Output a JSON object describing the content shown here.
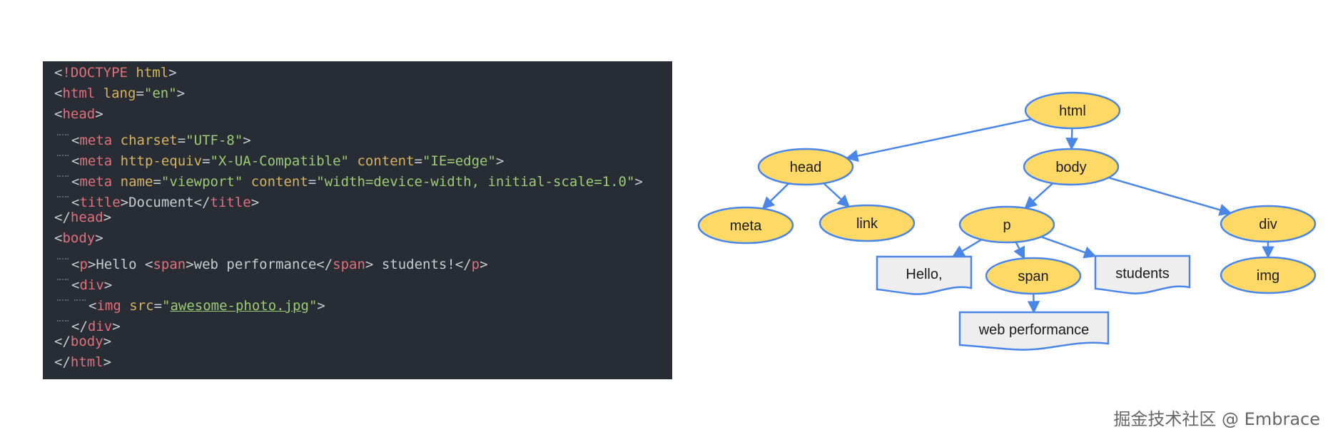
{
  "code_panel": {
    "lines": [
      [
        {
          "t": "punct",
          "v": "<"
        },
        {
          "t": "tag",
          "v": "!DOCTYPE"
        },
        {
          "t": "punct",
          "v": " "
        },
        {
          "t": "attr",
          "v": "html"
        },
        {
          "t": "punct",
          "v": ">"
        }
      ],
      [
        {
          "t": "punct",
          "v": "<"
        },
        {
          "t": "tag",
          "v": "html"
        },
        {
          "t": "punct",
          "v": " "
        },
        {
          "t": "attr",
          "v": "lang"
        },
        {
          "t": "punct",
          "v": "="
        },
        {
          "t": "str",
          "v": "\"en\""
        },
        {
          "t": "punct",
          "v": ">"
        }
      ],
      [
        {
          "t": "punct",
          "v": "<"
        },
        {
          "t": "tag",
          "v": "head"
        },
        {
          "t": "punct",
          "v": ">"
        }
      ],
      [
        {
          "t": "indent"
        },
        {
          "t": "punct",
          "v": "<"
        },
        {
          "t": "tag",
          "v": "meta"
        },
        {
          "t": "punct",
          "v": " "
        },
        {
          "t": "attr",
          "v": "charset"
        },
        {
          "t": "punct",
          "v": "="
        },
        {
          "t": "str",
          "v": "\"UTF-8\""
        },
        {
          "t": "punct",
          "v": ">"
        }
      ],
      [
        {
          "t": "indent"
        },
        {
          "t": "punct",
          "v": "<"
        },
        {
          "t": "tag",
          "v": "meta"
        },
        {
          "t": "punct",
          "v": " "
        },
        {
          "t": "attr",
          "v": "http-equiv"
        },
        {
          "t": "punct",
          "v": "="
        },
        {
          "t": "str",
          "v": "\"X-UA-Compatible\""
        },
        {
          "t": "punct",
          "v": " "
        },
        {
          "t": "attr",
          "v": "content"
        },
        {
          "t": "punct",
          "v": "="
        },
        {
          "t": "str",
          "v": "\"IE=edge\""
        },
        {
          "t": "punct",
          "v": ">"
        }
      ],
      [
        {
          "t": "indent"
        },
        {
          "t": "punct",
          "v": "<"
        },
        {
          "t": "tag",
          "v": "meta"
        },
        {
          "t": "punct",
          "v": " "
        },
        {
          "t": "attr",
          "v": "name"
        },
        {
          "t": "punct",
          "v": "="
        },
        {
          "t": "str",
          "v": "\"viewport\""
        },
        {
          "t": "punct",
          "v": " "
        },
        {
          "t": "attr",
          "v": "content"
        },
        {
          "t": "punct",
          "v": "="
        },
        {
          "t": "str",
          "v": "\"width=device-width, initial-scale=1.0\""
        },
        {
          "t": "punct",
          "v": ">"
        }
      ],
      [
        {
          "t": "indent"
        },
        {
          "t": "punct",
          "v": "<"
        },
        {
          "t": "tag",
          "v": "title"
        },
        {
          "t": "punct",
          "v": ">"
        },
        {
          "t": "text",
          "v": "Document"
        },
        {
          "t": "punct",
          "v": "</"
        },
        {
          "t": "tag",
          "v": "title"
        },
        {
          "t": "punct",
          "v": ">"
        }
      ],
      [
        {
          "t": "punct",
          "v": "</"
        },
        {
          "t": "tag",
          "v": "head"
        },
        {
          "t": "punct",
          "v": ">"
        }
      ],
      [
        {
          "t": "punct",
          "v": "<"
        },
        {
          "t": "tag",
          "v": "body"
        },
        {
          "t": "punct",
          "v": ">"
        }
      ],
      [
        {
          "t": "indent"
        },
        {
          "t": "punct",
          "v": "<"
        },
        {
          "t": "tag",
          "v": "p"
        },
        {
          "t": "punct",
          "v": ">"
        },
        {
          "t": "text",
          "v": "Hello "
        },
        {
          "t": "punct",
          "v": "<"
        },
        {
          "t": "tag",
          "v": "span"
        },
        {
          "t": "punct",
          "v": ">"
        },
        {
          "t": "text",
          "v": "web performance"
        },
        {
          "t": "punct",
          "v": "</"
        },
        {
          "t": "tag",
          "v": "span"
        },
        {
          "t": "punct",
          "v": ">"
        },
        {
          "t": "text",
          "v": " students!"
        },
        {
          "t": "punct",
          "v": "</"
        },
        {
          "t": "tag",
          "v": "p"
        },
        {
          "t": "punct",
          "v": ">"
        }
      ],
      [
        {
          "t": "indent"
        },
        {
          "t": "punct",
          "v": "<"
        },
        {
          "t": "tag",
          "v": "div"
        },
        {
          "t": "punct",
          "v": ">"
        }
      ],
      [
        {
          "t": "indent"
        },
        {
          "t": "indent"
        },
        {
          "t": "punct",
          "v": "<"
        },
        {
          "t": "tag",
          "v": "img"
        },
        {
          "t": "punct",
          "v": " "
        },
        {
          "t": "attr",
          "v": "src"
        },
        {
          "t": "punct",
          "v": "="
        },
        {
          "t": "str",
          "v": "\""
        },
        {
          "t": "link",
          "v": "awesome-photo.jpg"
        },
        {
          "t": "str",
          "v": "\""
        },
        {
          "t": "punct",
          "v": ">"
        }
      ],
      [
        {
          "t": "indent"
        },
        {
          "t": "punct",
          "v": "</"
        },
        {
          "t": "tag",
          "v": "div"
        },
        {
          "t": "punct",
          "v": ">"
        }
      ],
      [
        {
          "t": "punct",
          "v": "</"
        },
        {
          "t": "tag",
          "v": "body"
        },
        {
          "t": "punct",
          "v": ">"
        }
      ],
      [
        {
          "t": "punct",
          "v": "</"
        },
        {
          "t": "tag",
          "v": "html"
        },
        {
          "t": "punct",
          "v": ">"
        }
      ]
    ],
    "colors": {
      "background": "#282c34",
      "tag": "#e0707a",
      "attr": "#d6b45f",
      "string": "#9ccc74",
      "text": "#c9ccd2"
    }
  },
  "dom_tree": {
    "nodes": [
      {
        "id": "html",
        "label": "html",
        "kind": "element"
      },
      {
        "id": "head",
        "label": "head",
        "kind": "element"
      },
      {
        "id": "body",
        "label": "body",
        "kind": "element"
      },
      {
        "id": "meta",
        "label": "meta",
        "kind": "element"
      },
      {
        "id": "link",
        "label": "link",
        "kind": "element"
      },
      {
        "id": "p",
        "label": "p",
        "kind": "element"
      },
      {
        "id": "div",
        "label": "div",
        "kind": "element"
      },
      {
        "id": "hello",
        "label": "Hello,",
        "kind": "text"
      },
      {
        "id": "span",
        "label": "span",
        "kind": "element"
      },
      {
        "id": "students",
        "label": "students",
        "kind": "text"
      },
      {
        "id": "img",
        "label": "img",
        "kind": "element"
      },
      {
        "id": "webperf",
        "label": "web performance",
        "kind": "text"
      }
    ],
    "edges": [
      {
        "from": "html",
        "to": "head"
      },
      {
        "from": "html",
        "to": "body"
      },
      {
        "from": "head",
        "to": "meta"
      },
      {
        "from": "head",
        "to": "link"
      },
      {
        "from": "body",
        "to": "p"
      },
      {
        "from": "body",
        "to": "div"
      },
      {
        "from": "p",
        "to": "hello"
      },
      {
        "from": "p",
        "to": "span"
      },
      {
        "from": "p",
        "to": "students"
      },
      {
        "from": "span",
        "to": "webperf"
      },
      {
        "from": "div",
        "to": "img"
      }
    ],
    "colors": {
      "element_fill": "#ffd966",
      "text_fill": "#eeeeee",
      "stroke": "#4a86e8"
    }
  },
  "watermark": {
    "text": "掘金技术社区 @ Embrace"
  }
}
